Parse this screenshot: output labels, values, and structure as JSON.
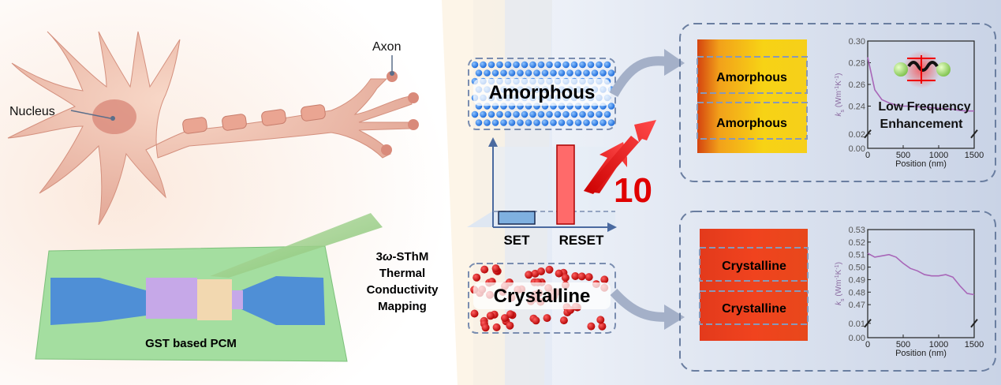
{
  "neuron": {
    "nucleus_label": "Nucleus",
    "axon_label": "Axon"
  },
  "device": {
    "label": "GST based PCM"
  },
  "method": {
    "line1": "3",
    "omega": "ω",
    "line1_rest": "-SThM",
    "line2": "Thermal",
    "line3": "Conductivity",
    "line4": "Mapping"
  },
  "states": {
    "amorphous": "Amorphous",
    "crystalline": "Crystalline"
  },
  "bar_chart": {
    "categories": [
      "SET",
      "RESET"
    ],
    "values": [
      1,
      10
    ],
    "ratio_label": "10",
    "colors": {
      "set": "#7fb0e0",
      "reset": "#ff6a6a"
    }
  },
  "maps": {
    "top_labels": [
      "Amorphous",
      "Amorphous"
    ],
    "bottom_labels": [
      "Crystalline",
      "Crystalline"
    ]
  },
  "chart_data": [
    {
      "type": "line",
      "xlabel": "Position (nm)",
      "ylabel_main": "k",
      "ylabel_sub": "s",
      "ylabel_unit": "(Wm",
      "ylabel_sup1": "-1",
      "ylabel_mid": "K",
      "ylabel_sup2": "-1",
      "ylabel_end": ")",
      "x_ticks": [
        "0",
        "500",
        "1000",
        "1500"
      ],
      "y_ticks": [
        "0.00",
        "0.02",
        "0.24",
        "0.26",
        "0.28",
        "0.30"
      ],
      "annotation": [
        "Low Frequency",
        "Enhancement"
      ],
      "x": [
        0,
        50,
        100,
        200,
        300,
        400,
        500,
        600,
        700,
        800,
        900,
        1000,
        1100,
        1200,
        1300,
        1400,
        1500
      ],
      "y": [
        0.285,
        0.27,
        0.255,
        0.246,
        0.243,
        0.241,
        0.24,
        0.24,
        0.2395,
        0.239,
        0.2385,
        0.238,
        0.2375,
        0.237,
        0.236,
        0.2355,
        0.2355
      ],
      "ylim_upper": [
        0.22,
        0.3
      ],
      "xlim": [
        0,
        1500
      ],
      "color": "#a866b8"
    },
    {
      "type": "line",
      "xlabel": "Position (nm)",
      "ylabel_main": "k",
      "ylabel_sub": "s",
      "ylabel_unit": "(Wm",
      "ylabel_sup1": "-1",
      "ylabel_mid": "K",
      "ylabel_sup2": "-1",
      "ylabel_end": ")",
      "x_ticks": [
        "0",
        "500",
        "1000",
        "1500"
      ],
      "y_ticks": [
        "0.00",
        "0.01",
        "0.47",
        "0.48",
        "0.49",
        "0.50",
        "0.51",
        "0.52",
        "0.53"
      ],
      "x": [
        0,
        100,
        200,
        300,
        400,
        500,
        600,
        700,
        800,
        900,
        1000,
        1100,
        1200,
        1300,
        1400,
        1500
      ],
      "y": [
        0.511,
        0.508,
        0.509,
        0.51,
        0.508,
        0.503,
        0.499,
        0.497,
        0.494,
        0.493,
        0.493,
        0.494,
        0.492,
        0.485,
        0.479,
        0.478
      ],
      "ylim_upper": [
        0.46,
        0.53
      ],
      "xlim": [
        0,
        1500
      ],
      "color": "#a866b8"
    }
  ]
}
